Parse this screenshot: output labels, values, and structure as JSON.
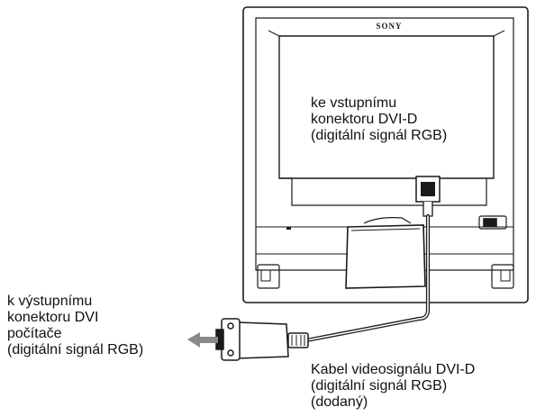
{
  "monitor": {
    "brand": "SONY"
  },
  "labels": {
    "input_connector": {
      "line1": "ke vstupnímu",
      "line2": "konektoru DVI-D",
      "line3": "(digitální signál RGB)"
    },
    "computer_output": {
      "line1": "k výstupnímu",
      "line2": "konektoru DVI",
      "line3": "počítače",
      "line4": "(digitální signál RGB)"
    },
    "cable": {
      "line1": "Kabel videosignálu DVI-D",
      "line2": "(digitální signál RGB)",
      "line3": "(dodaný)"
    }
  }
}
